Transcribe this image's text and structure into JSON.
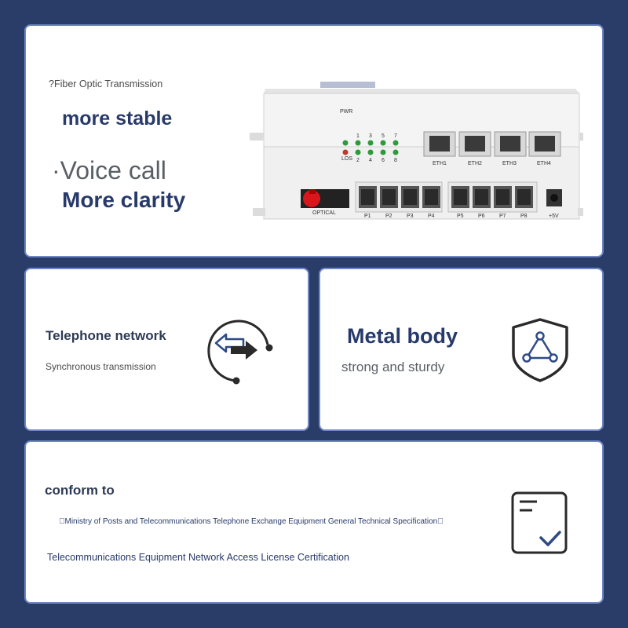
{
  "hero": {
    "subtitle": "?Fiber Optic Transmission",
    "headline1": "more stable",
    "headline2": "·Voice call",
    "headline3": "More clarity"
  },
  "device": {
    "led_labels": [
      "PWR",
      "LOS",
      "1",
      "2",
      "3",
      "4",
      "5",
      "6",
      "7",
      "8"
    ],
    "eth_labels": [
      "ETH1",
      "ETH2",
      "ETH3",
      "ETH4"
    ],
    "optical_label": "OPTICAL",
    "phone_labels": [
      "P1",
      "P2",
      "P3",
      "P4",
      "P5",
      "P6",
      "P7",
      "P8"
    ],
    "power_label": "+5V",
    "colors": {
      "body": "#f2f2f2",
      "led_green": "#2e9b3a",
      "led_red": "#c0392b",
      "fiber_red": "#d8161b"
    }
  },
  "feature_left": {
    "title": "Telephone network",
    "subtitle": "Synchronous transmission",
    "icon": "sync-arrows-icon"
  },
  "feature_right": {
    "title": "Metal body",
    "subtitle": "strong and sturdy",
    "icon": "shield-triangle-icon"
  },
  "compliance": {
    "title": "conform to",
    "line1": "\u0000Ministry of Posts and Telecommunications Telephone Exchange Equipment General Technical Specification\u0000",
    "line2": "Telecommunications Equipment Network Access License Certification",
    "icon": "document-check-icon"
  }
}
